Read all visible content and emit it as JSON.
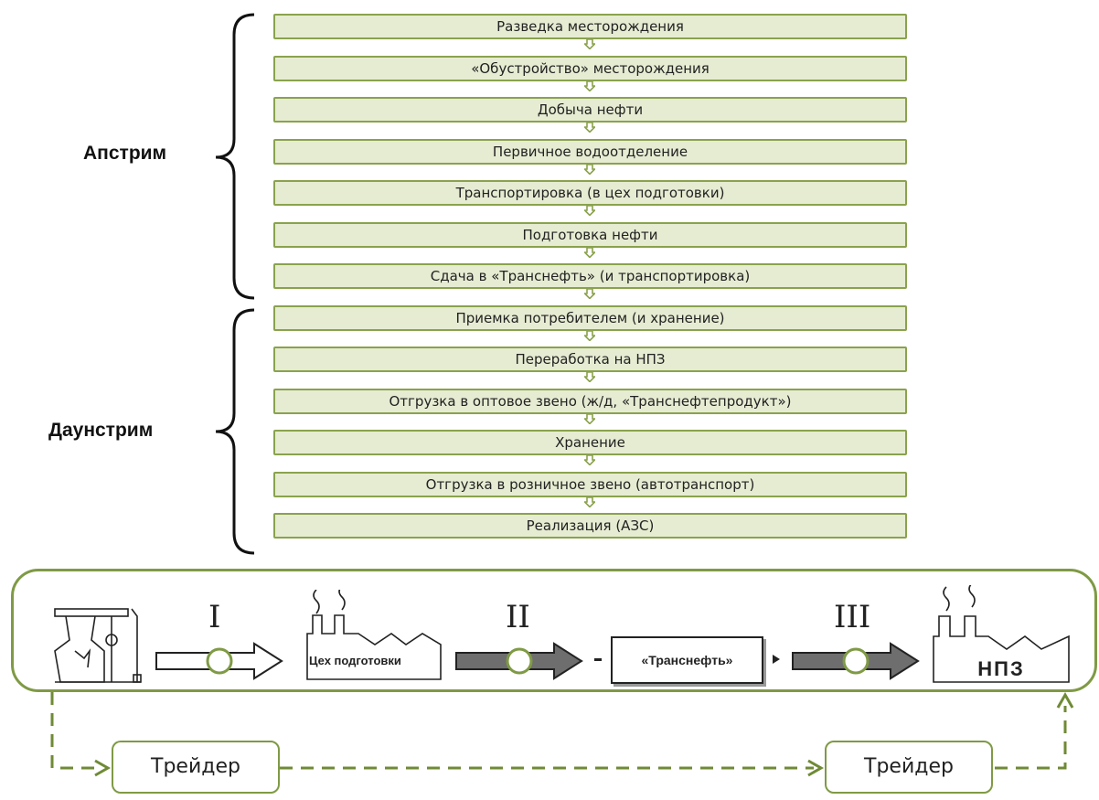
{
  "steps": [
    "Разведка месторождения",
    "«Обустройство» месторождения",
    "Добыча нефти",
    "Первичное водоотделение",
    "Транспортировка (в цех подготовки)",
    "Подготовка нефти",
    "Сдача в «Транснефть» (и транспортировка)",
    "Приемка потребителем (и хранение)",
    "Переработка на НПЗ",
    "Отгрузка в оптовое звено (ж/д, «Транснефтепродукт»)",
    "Хранение",
    "Отгрузка в розничное звено (автотранспорт)",
    "Реализация (АЗС)"
  ],
  "groups": {
    "upstream": "Апстрим",
    "downstream": "Даунстрим"
  },
  "flow": {
    "stage_1": "I",
    "stage_2": "II",
    "stage_3": "III",
    "prep_shop": "Цех подготовки",
    "transneft": "«Транснефть»",
    "refinery": "НПЗ",
    "trader_1": "Трейдер",
    "trader_2": "Трейдер"
  },
  "colors": {
    "step_fill": "#e6ecd2",
    "step_border": "#8aa24d",
    "accent_green": "#7f9a45",
    "dark_arrow": "#6e6e6e"
  },
  "icons": {
    "well": "pumpjack-icon",
    "prep_factory": "factory-icon",
    "refinery_factory": "refinery-icon"
  }
}
